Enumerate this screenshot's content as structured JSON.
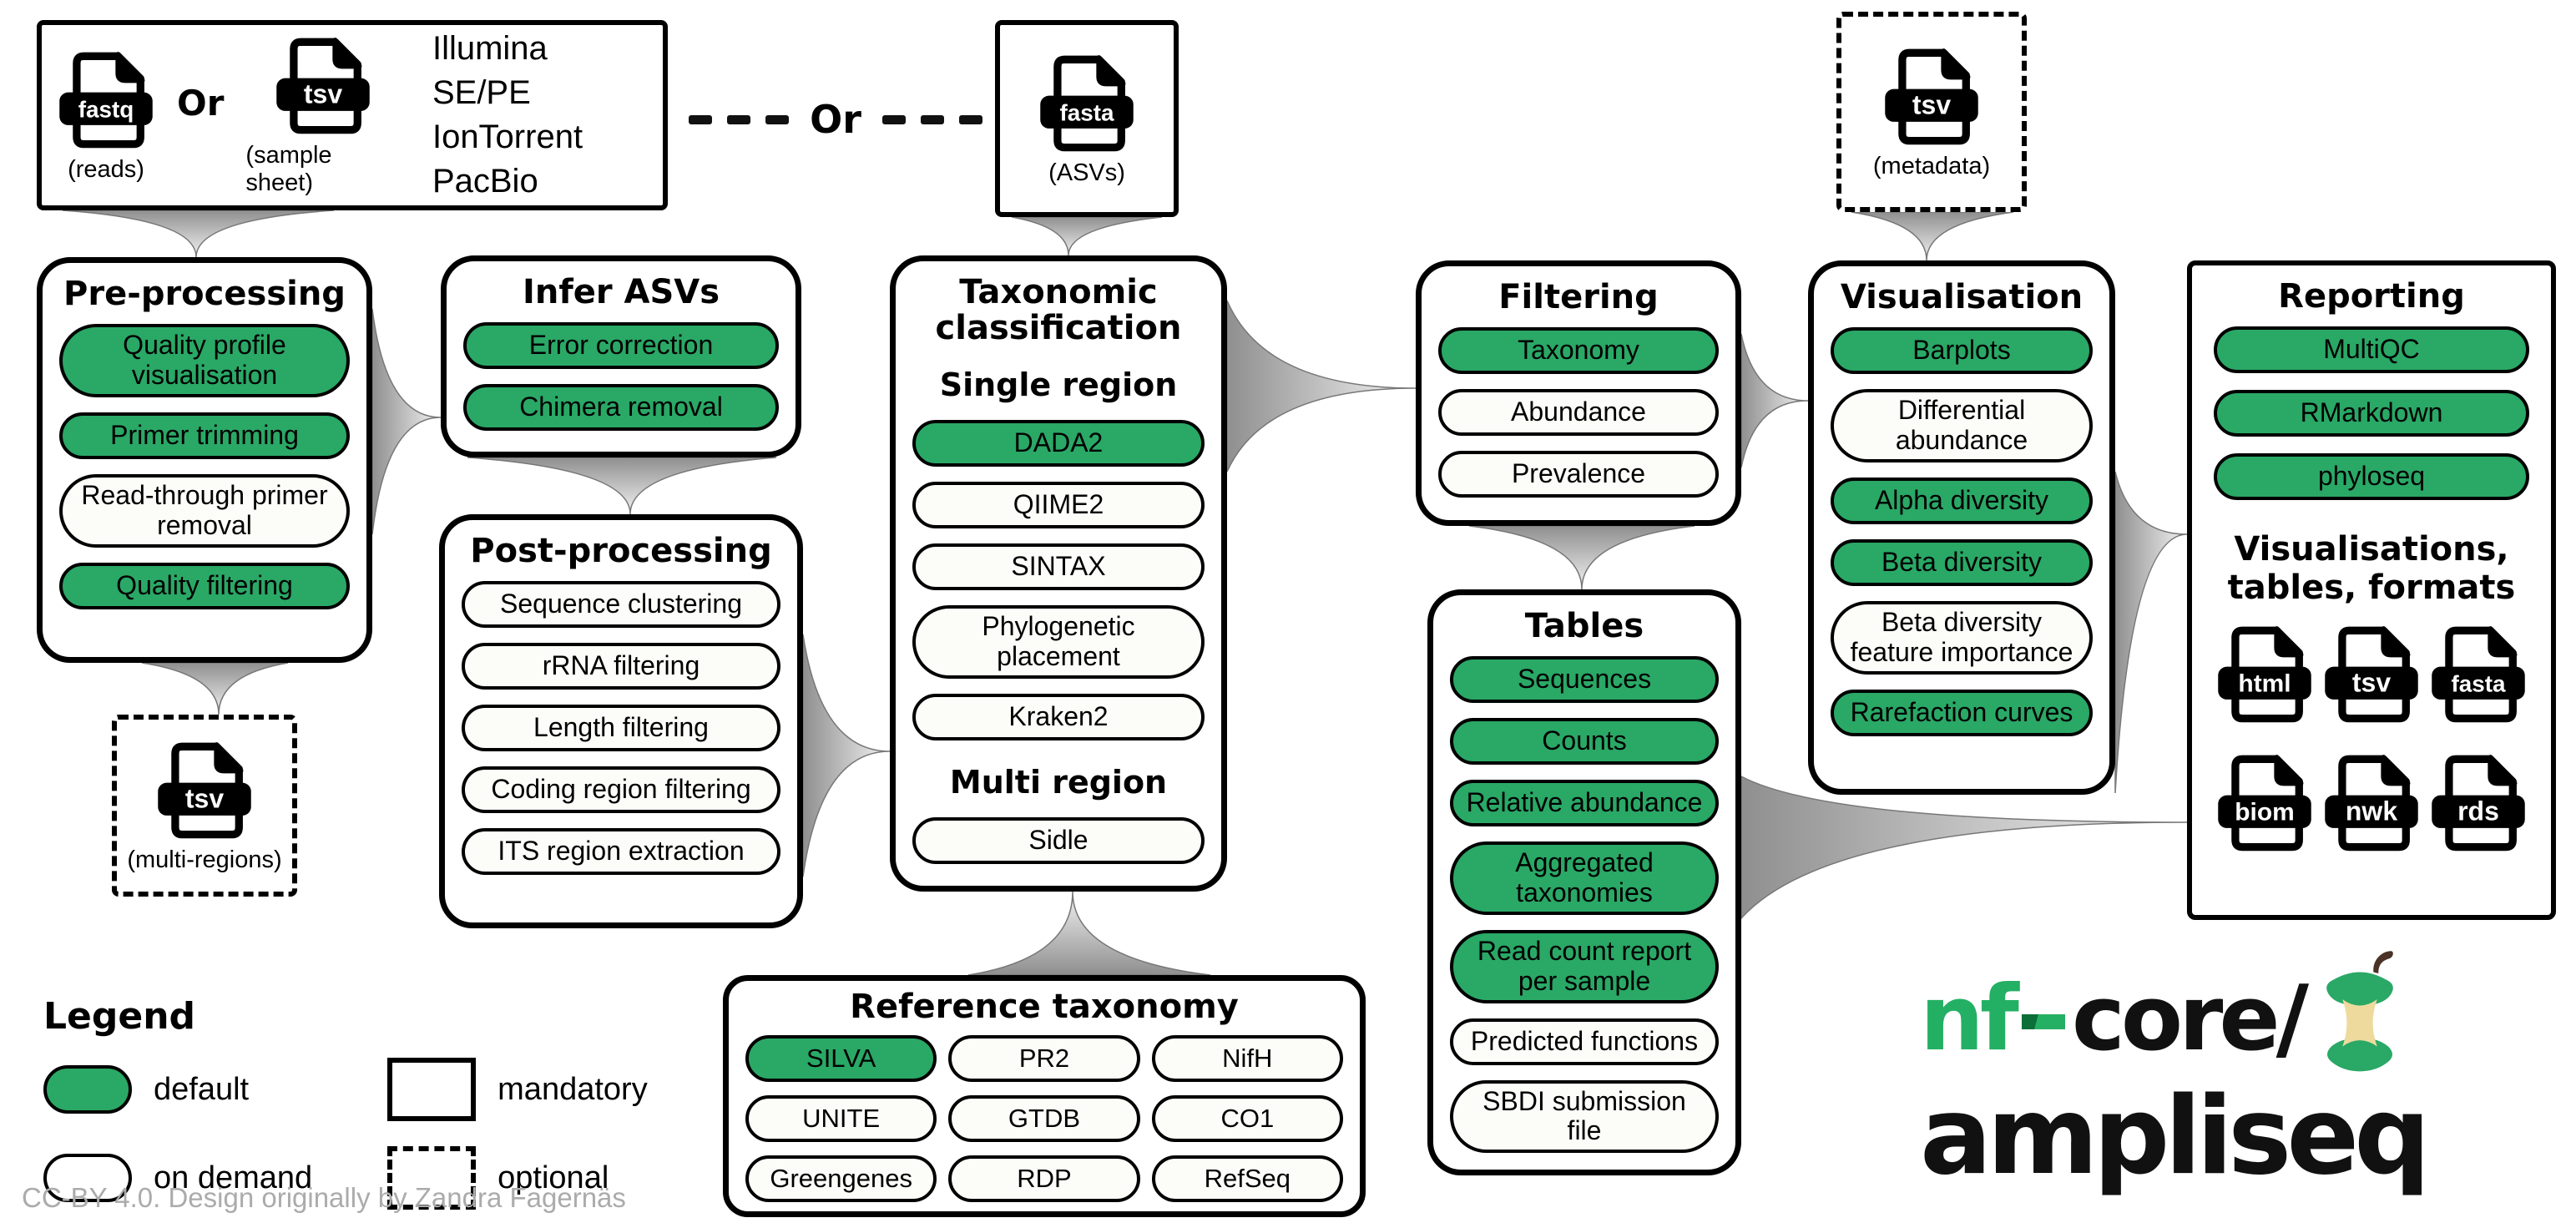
{
  "colors": {
    "default_green": "#2aa866",
    "on_demand_white": "#fcfcf8",
    "logo_green": "#24B064",
    "apple_core_cream": "#eeda9d",
    "stem_brown": "#4a3226",
    "credit_gray": "#ababab"
  },
  "inputs": {
    "reads": {
      "or_label": "Or",
      "files": [
        {
          "label": "fastq",
          "caption": "(reads)"
        },
        {
          "label": "tsv",
          "caption": "(sample sheet)"
        }
      ],
      "platforms": [
        "Illumina SE/PE",
        "IonTorrent",
        "PacBio"
      ]
    },
    "or_separator": "Or",
    "asvs": {
      "label": "fasta",
      "caption": "(ASVs)"
    },
    "metadata": {
      "label": "tsv",
      "caption": "(metadata)"
    },
    "multi_regions": {
      "label": "tsv",
      "caption": "(multi-regions)"
    }
  },
  "modules": {
    "preprocessing": {
      "title": "Pre-processing",
      "items": [
        {
          "label": "Quality profile visualisation",
          "variant": "default"
        },
        {
          "label": "Primer trimming",
          "variant": "default"
        },
        {
          "label": "Read-through primer removal",
          "variant": "on-demand"
        },
        {
          "label": "Quality filtering",
          "variant": "default"
        }
      ]
    },
    "infer_asvs": {
      "title": "Infer ASVs",
      "items": [
        {
          "label": "Error correction",
          "variant": "default"
        },
        {
          "label": "Chimera removal",
          "variant": "default"
        }
      ]
    },
    "postprocessing": {
      "title": "Post-processing",
      "items": [
        {
          "label": "Sequence clustering",
          "variant": "on-demand"
        },
        {
          "label": "rRNA filtering",
          "variant": "on-demand"
        },
        {
          "label": "Length filtering",
          "variant": "on-demand"
        },
        {
          "label": "Coding region filtering",
          "variant": "on-demand"
        },
        {
          "label": "ITS region extraction",
          "variant": "on-demand"
        }
      ]
    },
    "taxonomic_classification": {
      "title": "Taxonomic classification",
      "items": [
        {
          "type": "heading",
          "label": "Single region"
        },
        {
          "label": "DADA2",
          "variant": "default"
        },
        {
          "label": "QIIME2",
          "variant": "on-demand"
        },
        {
          "label": "SINTAX",
          "variant": "on-demand"
        },
        {
          "label": "Phylogenetic placement",
          "variant": "on-demand"
        },
        {
          "label": "Kraken2",
          "variant": "on-demand"
        },
        {
          "type": "heading",
          "label": "Multi region"
        },
        {
          "label": "Sidle",
          "variant": "on-demand"
        }
      ]
    },
    "reference_taxonomy": {
      "title": "Reference taxonomy",
      "items": [
        {
          "label": "SILVA",
          "variant": "default"
        },
        {
          "label": "PR2",
          "variant": "on-demand"
        },
        {
          "label": "NifH",
          "variant": "on-demand"
        },
        {
          "label": "UNITE",
          "variant": "on-demand"
        },
        {
          "label": "GTDB",
          "variant": "on-demand"
        },
        {
          "label": "CO1",
          "variant": "on-demand"
        },
        {
          "label": "Greengenes",
          "variant": "on-demand"
        },
        {
          "label": "RDP",
          "variant": "on-demand"
        },
        {
          "label": "RefSeq",
          "variant": "on-demand"
        }
      ]
    },
    "filtering": {
      "title": "Filtering",
      "items": [
        {
          "label": "Taxonomy",
          "variant": "default"
        },
        {
          "label": "Abundance",
          "variant": "on-demand"
        },
        {
          "label": "Prevalence",
          "variant": "on-demand"
        }
      ]
    },
    "tables": {
      "title": "Tables",
      "items": [
        {
          "label": "Sequences",
          "variant": "default"
        },
        {
          "label": "Counts",
          "variant": "default"
        },
        {
          "label": "Relative abundance",
          "variant": "default"
        },
        {
          "label": "Aggregated taxonomies",
          "variant": "default"
        },
        {
          "label": "Read count report per sample",
          "variant": "default"
        },
        {
          "label": "Predicted functions",
          "variant": "on-demand"
        },
        {
          "label": "SBDI submission file",
          "variant": "on-demand"
        }
      ]
    },
    "visualisation": {
      "title": "Visualisation",
      "items": [
        {
          "label": "Barplots",
          "variant": "default"
        },
        {
          "label": "Differential abundance",
          "variant": "on-demand"
        },
        {
          "label": "Alpha diversity",
          "variant": "default"
        },
        {
          "label": "Beta diversity",
          "variant": "default"
        },
        {
          "label": "Beta diversity feature importance",
          "variant": "on-demand"
        },
        {
          "label": "Rarefaction curves",
          "variant": "default"
        }
      ]
    },
    "reporting": {
      "title": "Reporting",
      "items": [
        {
          "label": "MultiQC",
          "variant": "default"
        },
        {
          "label": "RMarkdown",
          "variant": "default"
        },
        {
          "label": "phyloseq",
          "variant": "default"
        }
      ],
      "formats_heading": "Visualisations, tables, formats",
      "formats": [
        "html",
        "tsv",
        "fasta",
        "biom",
        "nwk",
        "rds"
      ]
    }
  },
  "legend": {
    "title": "Legend",
    "entries": [
      {
        "swatch": "pill-default",
        "label": "default"
      },
      {
        "swatch": "rect-solid",
        "label": "mandatory"
      },
      {
        "swatch": "pill-on-demand",
        "label": "on demand"
      },
      {
        "swatch": "rect-dashed",
        "label": "optional"
      }
    ]
  },
  "credit": "CC-BY 4.0. Design originally by Zandra Fagernäs",
  "logo": {
    "nf": "nf",
    "core": "core/",
    "name": "ampliseq"
  }
}
